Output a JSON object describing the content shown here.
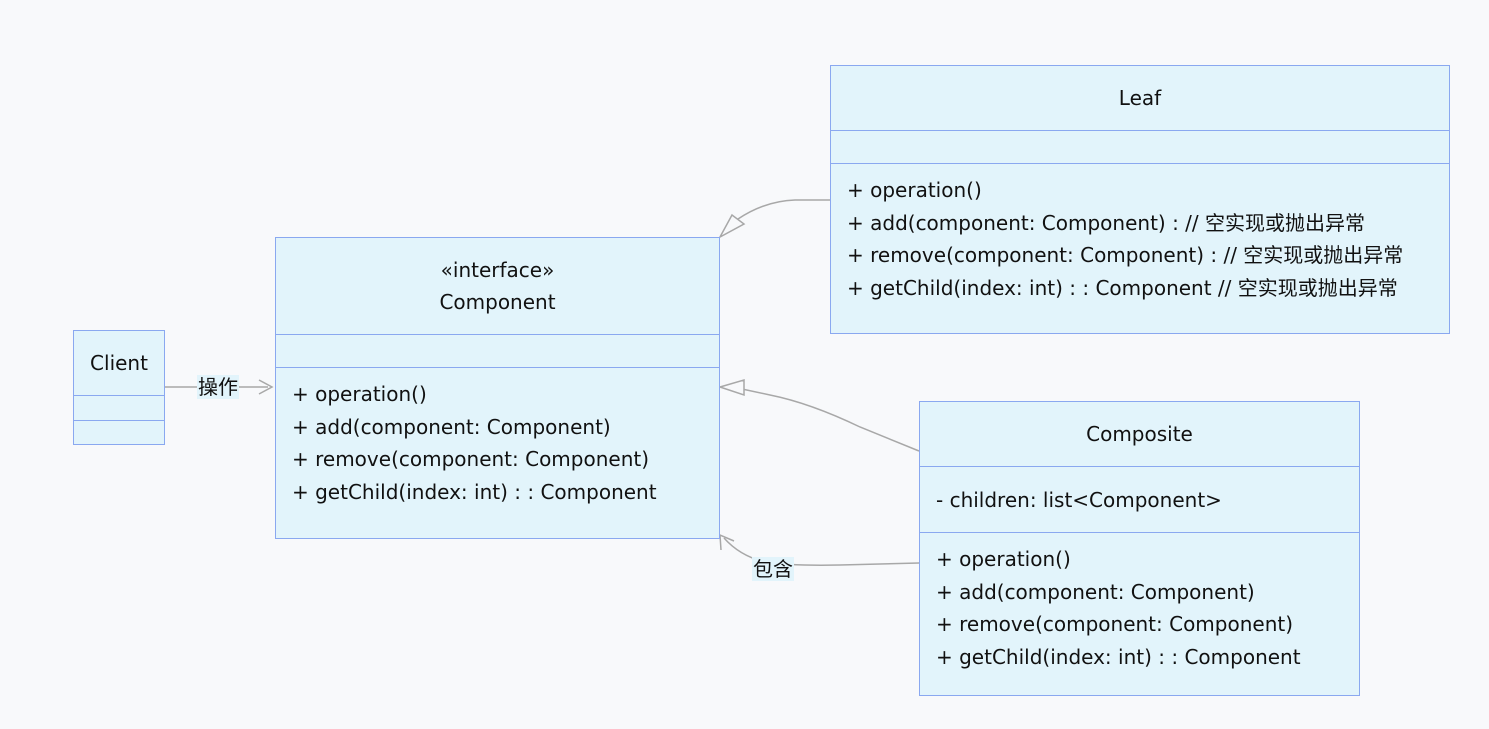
{
  "diagram": {
    "type": "uml-class-diagram",
    "colors": {
      "background": "#f8f9fb",
      "class_fill": "#e2f4fb",
      "class_border": "#8aa8f0",
      "edge": "#a8a8a8"
    },
    "classes": {
      "client": {
        "name": "Client",
        "attributes": [],
        "methods": []
      },
      "component": {
        "stereotype": "«interface»",
        "name": "Component",
        "attributes": [],
        "methods": [
          "+ operation()",
          "+ add(component: Component)",
          "+ remove(component: Component)",
          "+ getChild(index: int) : : Component"
        ]
      },
      "leaf": {
        "name": "Leaf",
        "attributes": [],
        "methods": [
          "+ operation()",
          "+ add(component: Component) : // 空实现或抛出异常",
          "+ remove(component: Component) : // 空实现或抛出异常",
          "+ getChild(index: int) : : Component // 空实现或抛出异常"
        ]
      },
      "composite": {
        "name": "Composite",
        "attributes": [
          "- children: list<Component>"
        ],
        "methods": [
          "+ operation()",
          "+ add(component: Component)",
          "+ remove(component: Component)",
          "+ getChild(index: int) : : Component"
        ]
      }
    },
    "relations": {
      "client_component": {
        "from": "Client",
        "to": "Component",
        "kind": "association",
        "label": "操作"
      },
      "leaf_component": {
        "from": "Leaf",
        "to": "Component",
        "kind": "realization",
        "label": ""
      },
      "composite_component": {
        "from": "Composite",
        "to": "Component",
        "kind": "realization",
        "label": ""
      },
      "composite_contains": {
        "from": "Composite",
        "to": "Component",
        "kind": "association",
        "label": "包含"
      }
    }
  }
}
